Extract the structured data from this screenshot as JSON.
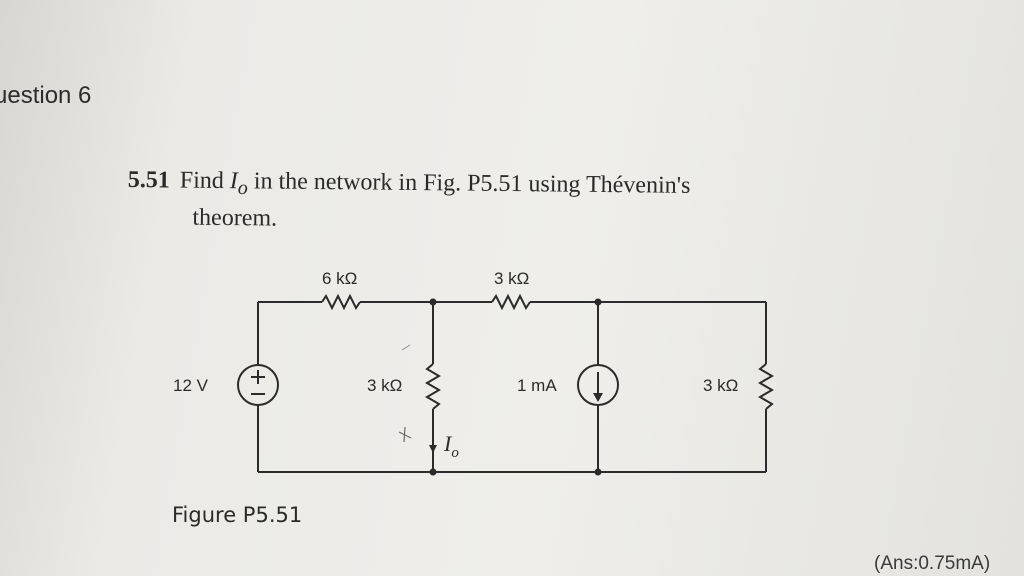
{
  "header": {
    "question_label": "uestion 6"
  },
  "problem": {
    "number": "5.51",
    "text_part1": "Find ",
    "variable": "I",
    "variable_sub": "o",
    "text_part2": " in the network in Fig. P5.51 using Thévenin's",
    "text_line2": "theorem."
  },
  "circuit": {
    "r1_label": "6 kΩ",
    "r2_label": "3 kΩ",
    "source_label": "12 V",
    "r3_label": "3 kΩ",
    "current_source_label": "1 mA",
    "r4_label": "3 kΩ",
    "io_label": "I",
    "io_sub": "o"
  },
  "figure": {
    "caption": "Figure P5.51"
  },
  "answer": {
    "text": "(Ans:0.75mA)"
  }
}
